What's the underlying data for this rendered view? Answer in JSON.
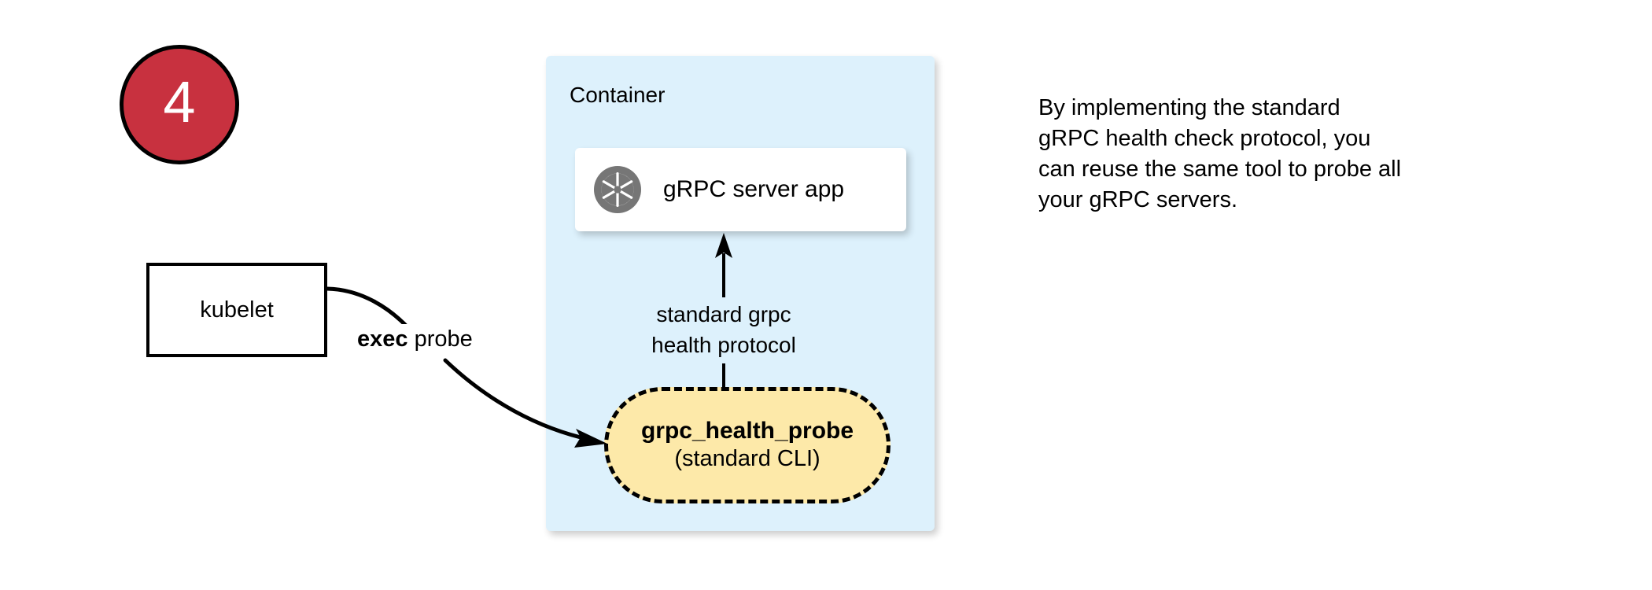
{
  "step": {
    "number": "4",
    "badge_color": "#c8313f",
    "badge_text_color": "#ffffff"
  },
  "container": {
    "label": "Container",
    "fill_color": "#ddf1fc"
  },
  "server_card": {
    "label": "gRPC server app",
    "icon": "grpc-aperture-icon",
    "icon_color": "#767676",
    "fill_color": "#ffffff"
  },
  "protocol_edge": {
    "label_line1": "standard grpc",
    "label_line2": "health protocol",
    "direction": "up"
  },
  "probe_node": {
    "title": "grpc_health_probe",
    "subtitle": "(standard CLI)",
    "fill_color": "#fde9a9",
    "border_style": "dashed",
    "border_color": "#000000"
  },
  "kubelet": {
    "label": "kubelet",
    "fill_color": "#ffffff",
    "border_color": "#000000"
  },
  "exec_edge": {
    "label_bold": "exec",
    "label_rest": " probe"
  },
  "note": {
    "lines": [
      "By implementing the standard",
      "gRPC health check protocol, you",
      "can reuse the same tool to probe all",
      "your gRPC servers."
    ]
  }
}
